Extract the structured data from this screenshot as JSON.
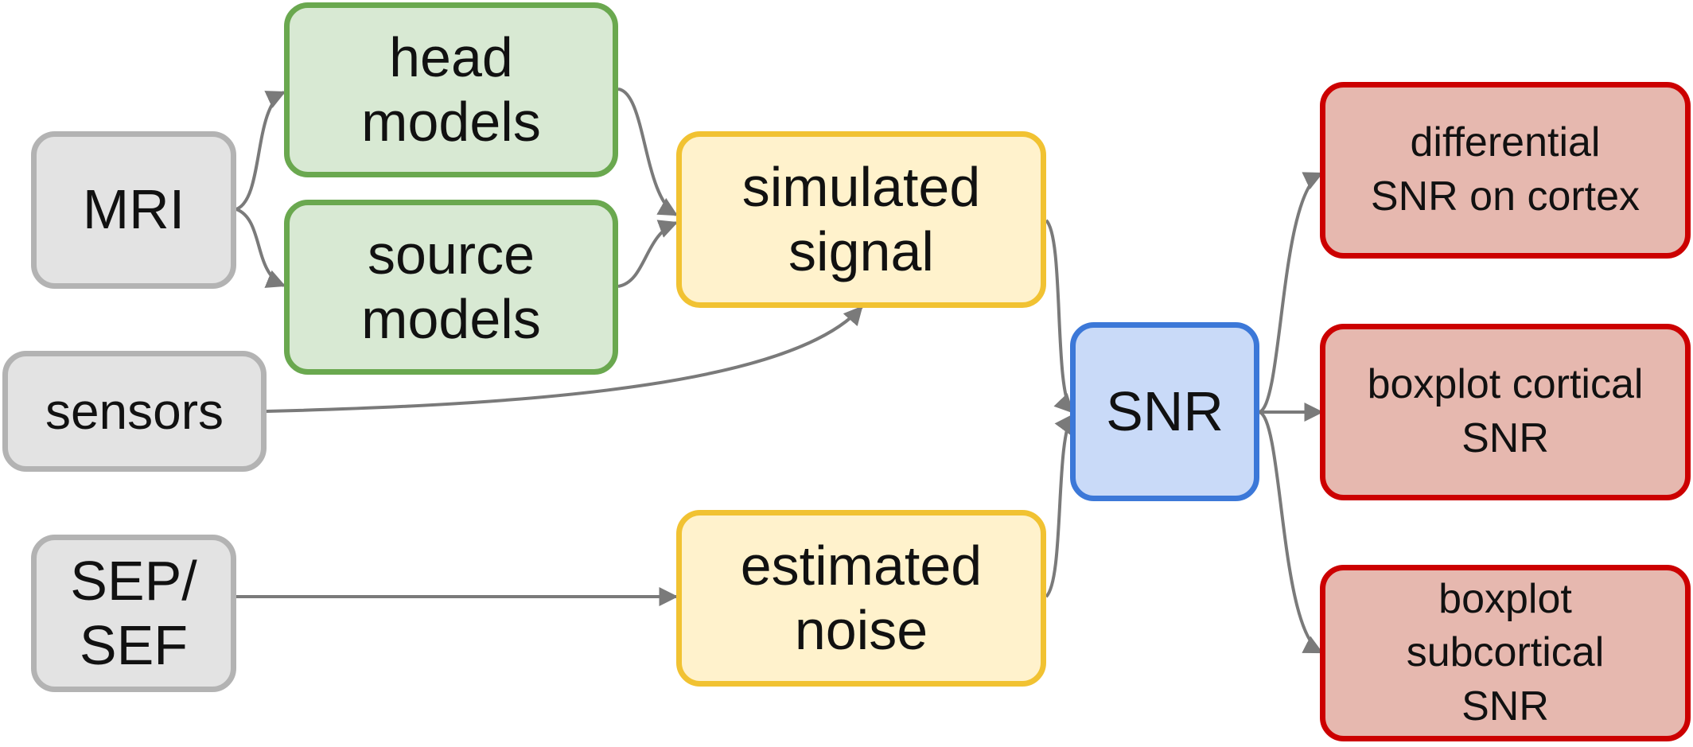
{
  "nodes": {
    "mri": "MRI",
    "head_models": "head\nmodels",
    "source_models": "source\nmodels",
    "sensors": "sensors",
    "sep_sef": "SEP/\nSEF",
    "simulated_signal": "simulated\nsignal",
    "estimated_noise": "estimated\nnoise",
    "snr": "SNR",
    "differential_snr": "differential\nSNR on cortex",
    "boxplot_cortical": "boxplot cortical\nSNR",
    "boxplot_subcortical": "boxplot\nsubcortical\nSNR"
  },
  "colors": {
    "gray_fill": "#e3e3e3",
    "gray_border": "#b3b3b3",
    "green_fill": "#d8e9d3",
    "green_border": "#6aa84f",
    "yellow_fill": "#fff2cc",
    "yellow_border": "#f1c232",
    "blue_fill": "#c9daf8",
    "blue_border": "#3c78d8",
    "red_fill": "#e6b8af",
    "red_border": "#cc0000",
    "arrow": "#7a7a7a"
  },
  "edges": [
    [
      "mri",
      "head_models"
    ],
    [
      "mri",
      "source_models"
    ],
    [
      "head_models",
      "simulated_signal"
    ],
    [
      "source_models",
      "simulated_signal"
    ],
    [
      "sensors",
      "simulated_signal"
    ],
    [
      "sep_sef",
      "estimated_noise"
    ],
    [
      "simulated_signal",
      "snr"
    ],
    [
      "estimated_noise",
      "snr"
    ],
    [
      "snr",
      "differential_snr"
    ],
    [
      "snr",
      "boxplot_cortical"
    ],
    [
      "snr",
      "boxplot_subcortical"
    ]
  ]
}
